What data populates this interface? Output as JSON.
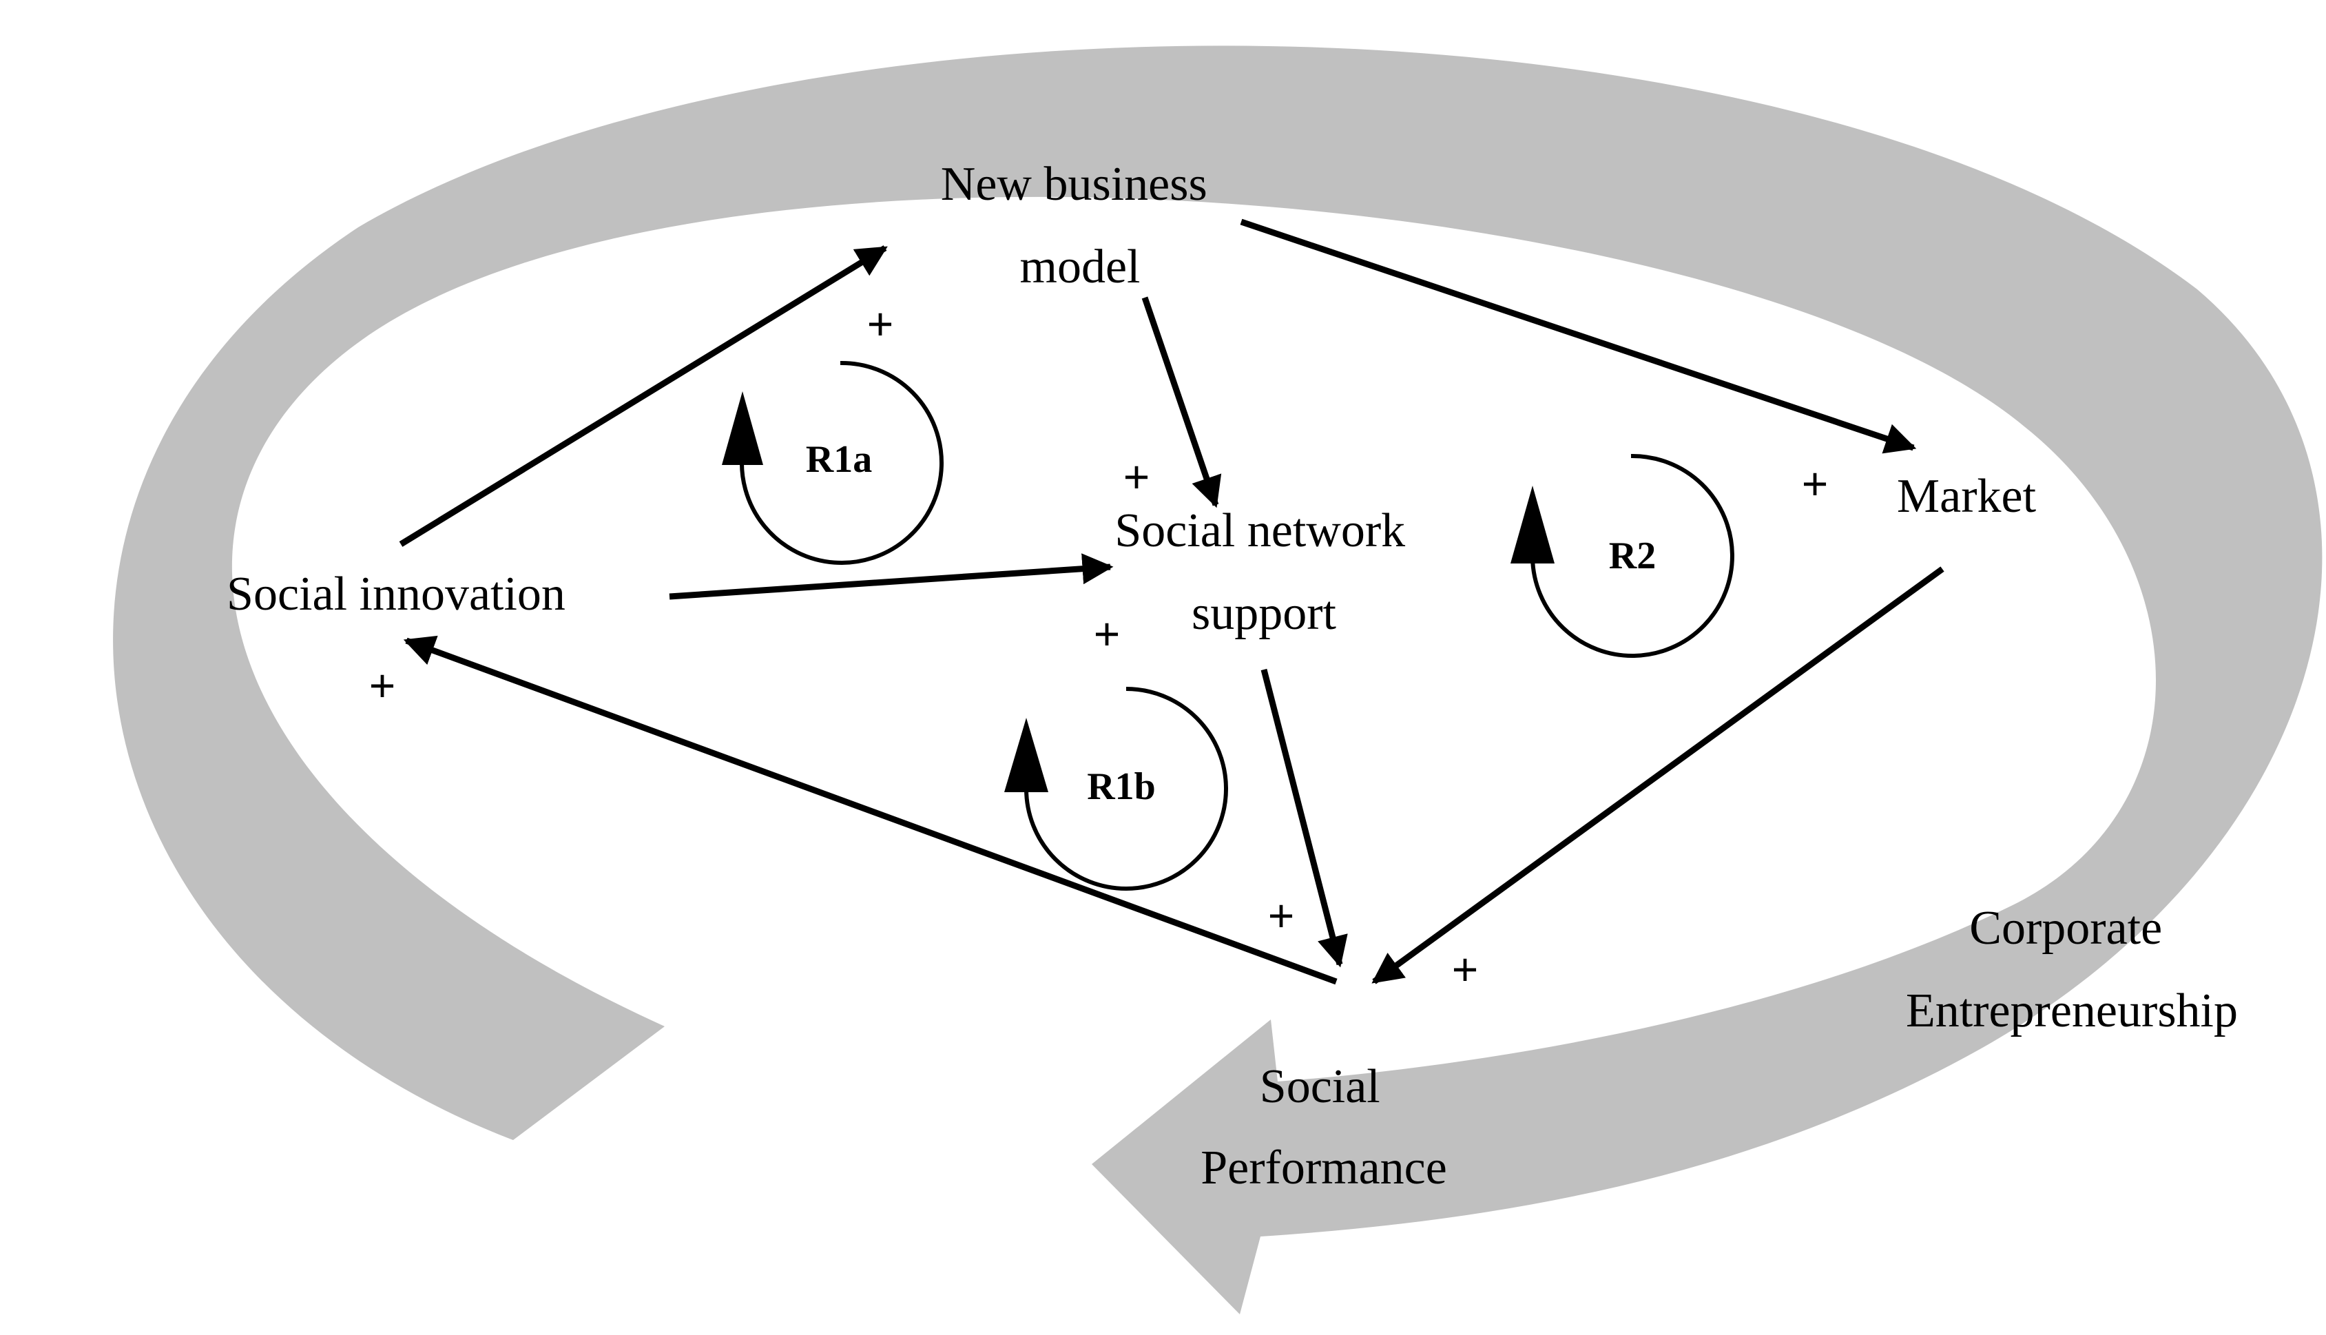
{
  "nodes": {
    "new_business_model": [
      "New business",
      "model"
    ],
    "social_innovation": [
      "Social innovation"
    ],
    "social_network_support": [
      "Social network",
      "support"
    ],
    "market": [
      "Market"
    ],
    "social_performance": [
      "Social",
      "Performance"
    ],
    "corporate_entrepreneurship": [
      "Corporate",
      "Entrepreneurship"
    ]
  },
  "loops": {
    "r1a": "R1a",
    "r1b": "R1b",
    "r2": "R2"
  },
  "links": [
    {
      "from": "Social innovation",
      "to": "New business model",
      "polarity": "+"
    },
    {
      "from": "New business model",
      "to": "Social network support",
      "polarity": "+"
    },
    {
      "from": "New business model",
      "to": "Market",
      "polarity": "+"
    },
    {
      "from": "Social innovation",
      "to": "Social network support",
      "polarity": "+"
    },
    {
      "from": "Social network support",
      "to": "Social Performance",
      "polarity": "+"
    },
    {
      "from": "Market",
      "to": "Social Performance",
      "polarity": "+"
    },
    {
      "from": "Social Performance",
      "to": "Social innovation",
      "polarity": "+"
    }
  ],
  "colors": {
    "outer_loop": "#c0c0c0",
    "ink": "#000000",
    "background": "#ffffff"
  }
}
